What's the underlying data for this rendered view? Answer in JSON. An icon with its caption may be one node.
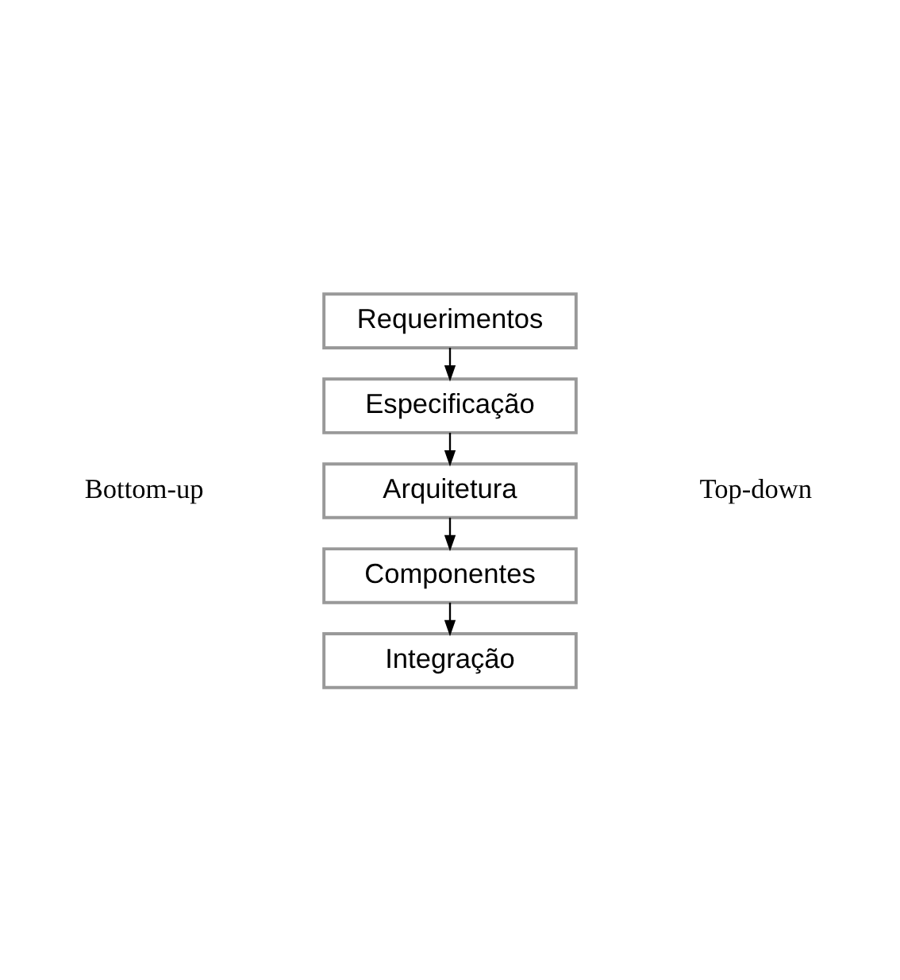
{
  "diagram": {
    "nodes": [
      {
        "text": [
          "Requerimentos"
        ]
      },
      {
        "text": [
          "Especificação"
        ]
      },
      {
        "text": [
          "Arquitetura"
        ]
      },
      {
        "text": [
          "Componentes"
        ]
      },
      {
        "text": [
          "Integração"
        ]
      }
    ],
    "edges": [
      {
        "from": 0,
        "to": 1,
        "arrow": "to"
      },
      {
        "from": 1,
        "to": 2,
        "arrow": "to"
      },
      {
        "from": 2,
        "to": 3,
        "arrow": "to"
      },
      {
        "from": 3,
        "to": 4,
        "arrow": "to"
      }
    ],
    "labels": [
      "Bottom-up",
      "Top-down"
    ]
  }
}
